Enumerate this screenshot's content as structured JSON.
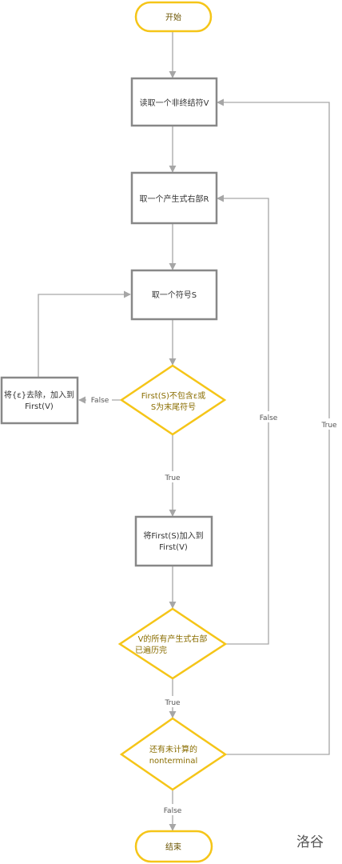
{
  "nodes": {
    "start": "开始",
    "read_v": "读取一个非终结符V",
    "take_r": "取一个产生式右部R",
    "take_s": "取一个符号S",
    "cond_first_line1": "First(S)不包含ε或",
    "cond_first_line2": "S为末尾符号",
    "remove_eps_line1": "将{ε}去除，加入到",
    "remove_eps_line2": "First(V)",
    "add_first_line1": "将First(S)加入到",
    "add_first_line2": "First(V)",
    "cond_all_line1": "V的所有产生式右部",
    "cond_all_line2": "已遍历完",
    "cond_more_line1": "还有未计算的",
    "cond_more_line2": "nonterminal",
    "end": "结束"
  },
  "edges": {
    "false_remove": "False",
    "true_add": "True",
    "false_back_r": "False",
    "true_next": "True",
    "true_back_v": "True",
    "false_end": "False"
  },
  "watermark": "洛谷",
  "colors": {
    "process_stroke": "#888888",
    "decision_stroke": "#f5c518",
    "terminal_stroke": "#f5c518",
    "edge": "#a6a6a6"
  }
}
